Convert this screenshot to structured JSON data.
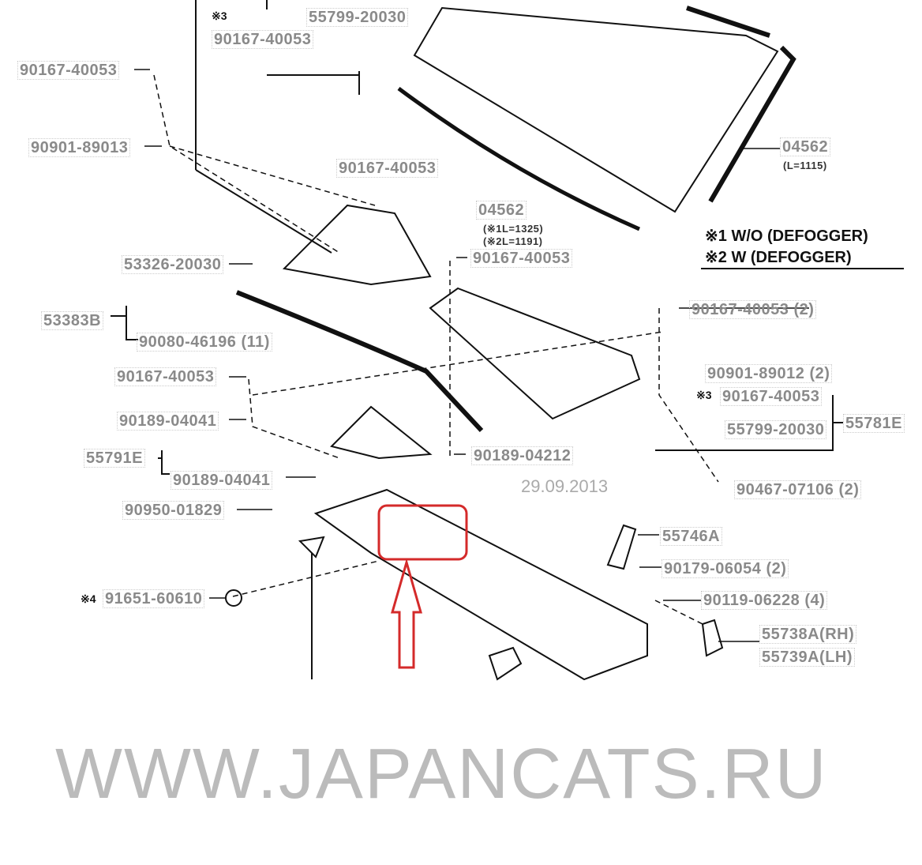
{
  "labels": {
    "l1": "55799-20030",
    "l2": "90167-40053",
    "l3": "90167-40053",
    "l4": "90901-89013",
    "l5": "90167-40053",
    "l6": "04562",
    "l6a": "(※1L=1325)",
    "l6b": "(※2L=1191)",
    "l7": "04562",
    "l7a": "(L=1115)",
    "l8": "53326-20030",
    "l9": "90167-40053",
    "l10": "53383B",
    "l11": "90080-46196 (11)",
    "l12": "90167-40053 (2)",
    "l13": "90167-40053",
    "l14": "90901-89012 (2)",
    "l15": "90167-40053",
    "l16": "55781E",
    "l17": "90189-04041",
    "l18": "55799-20030",
    "l19": "55791E",
    "l20": "90189-04212",
    "l21": "90189-04041",
    "l22": "90467-07106 (2)",
    "l23": "90950-01829",
    "l24": "55746A",
    "l25": "90179-06054 (2)",
    "l26": "91651-60610",
    "l27": "90119-06228 (4)",
    "l28": "55738A(RH)",
    "l29": "55739A(LH)"
  },
  "marks": {
    "m3a": "※3",
    "m3b": "※3",
    "m4": "※4"
  },
  "legend": {
    "line1": "※1 W/O (DEFOGGER)",
    "line2": "※2 W (DEFOGGER)"
  },
  "watermark": {
    "site": "WWW.JAPANCATS.RU",
    "date": "29.09.2013"
  },
  "highlight_color": "#d42a2a"
}
